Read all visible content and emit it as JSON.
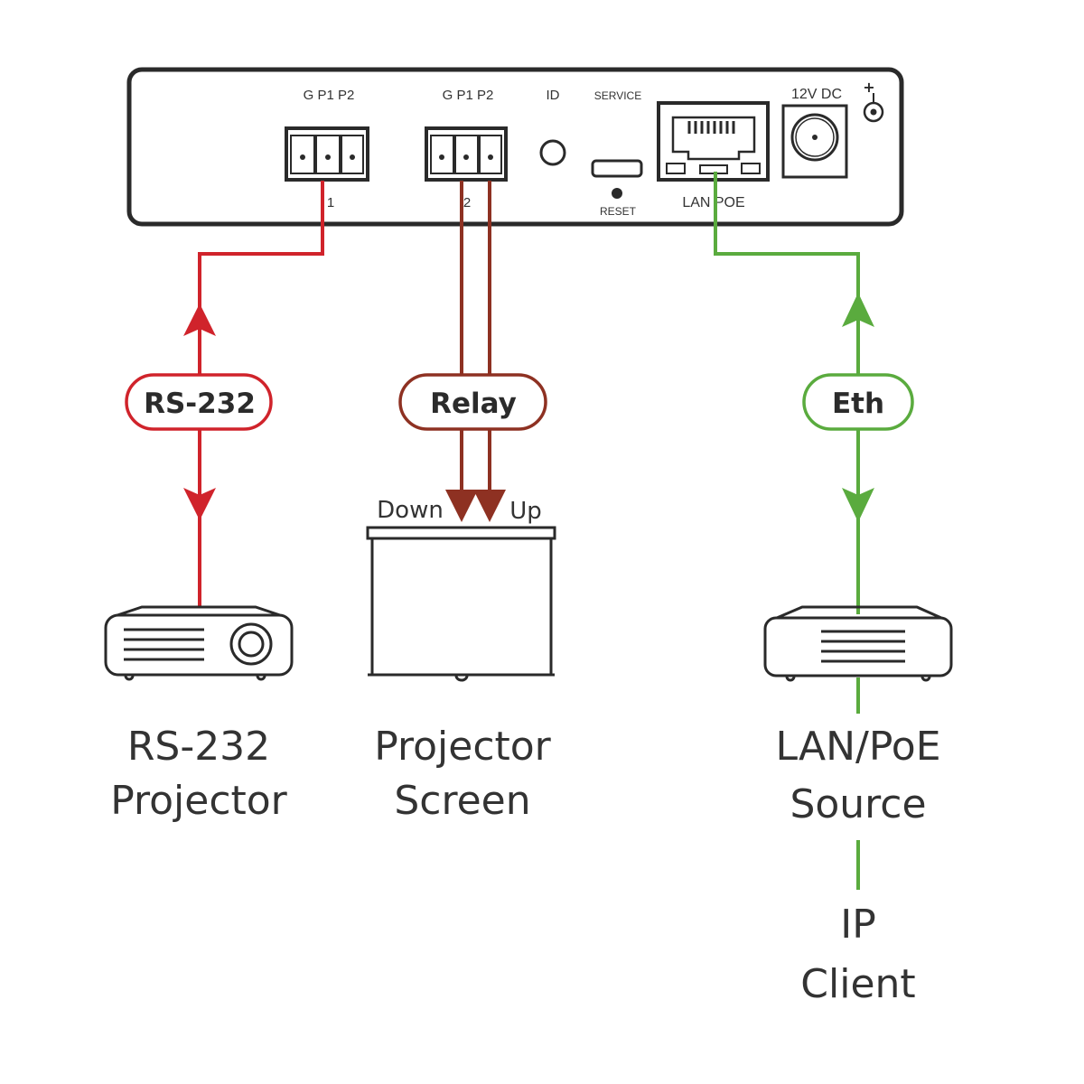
{
  "colors": {
    "rs232": "#d0232b",
    "relay": "#8e3122",
    "eth": "#5aab3e",
    "outline": "#2a2a2a"
  },
  "device_panel": {
    "port1_pins": "G  P1 P2",
    "port1_number": "1",
    "port2_pins": "G  P1 P2",
    "port2_number": "2",
    "id_label": "ID",
    "service_label": "SERVICE",
    "reset_label": "RESET",
    "lan_label": "LAN POE",
    "power_label": "12V DC",
    "polarity_icon": "power-polarity-plus"
  },
  "connections": {
    "rs232": {
      "label": "RS-232"
    },
    "relay": {
      "label": "Relay",
      "down_label": "Down",
      "up_label": "Up"
    },
    "eth": {
      "label": "Eth"
    }
  },
  "devices": {
    "projector": {
      "line1": "RS-232",
      "line2": "Projector"
    },
    "screen": {
      "line1": "Projector",
      "line2": "Screen"
    },
    "source": {
      "line1": "LAN/PoE",
      "line2": "Source"
    },
    "client": {
      "line1": "IP",
      "line2": "Client"
    }
  }
}
